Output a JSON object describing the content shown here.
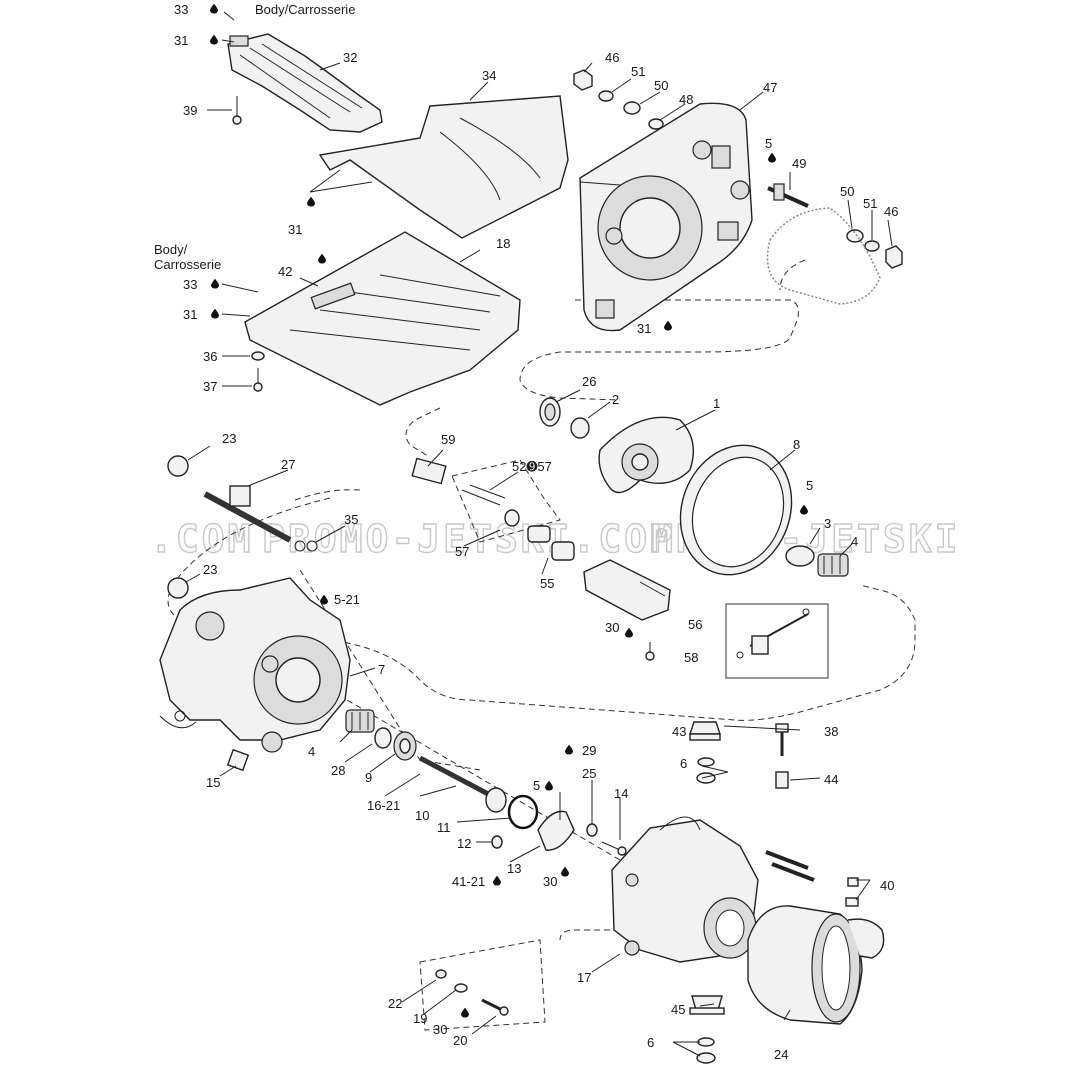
{
  "watermark": {
    "left": ".COM",
    "middle": "PROMO-JETSKI.COM",
    "right": "PROMO-JETSKI"
  },
  "body_labels": {
    "top": "Body/Carrosserie",
    "mid_line1": "Body/",
    "mid_line2": "Carrosserie"
  },
  "callouts": {
    "c33a": "33",
    "c31a": "31",
    "c32": "32",
    "c39": "39",
    "c34": "34",
    "c46a": "46",
    "c51a": "51",
    "c50a": "50",
    "c48": "48",
    "c47": "47",
    "c5a": "5",
    "c49": "49",
    "c50b": "50",
    "c51b": "51",
    "c46b": "46",
    "c31b": "31",
    "c31c": "31",
    "c18": "18",
    "c42": "42",
    "c33b": "33",
    "c31d": "31",
    "c36": "36",
    "c37": "37",
    "c26": "26",
    "c2": "2",
    "c1": "1",
    "c8": "8",
    "c23a": "23",
    "c27": "27",
    "c59": "59",
    "c52_57": "52➒57",
    "c35": "35",
    "c57": "57",
    "c55": "55",
    "c5b": "5",
    "c3": "3",
    "c4a": "4",
    "c23b": "23",
    "c5_21": "5-21",
    "c30a": "30",
    "c56": "56",
    "c58": "58",
    "c7": "7",
    "c43": "43",
    "c38": "38",
    "c6a": "6",
    "c44": "44",
    "c4b": "4",
    "c28": "28",
    "c9": "9",
    "c15": "15",
    "c16_21": "16-21",
    "c10": "10",
    "c29": "29",
    "c5c": "5",
    "c25": "25",
    "c14": "14",
    "c11": "11",
    "c12": "12",
    "c13": "13",
    "c41_21": "41-21",
    "c30b": "30",
    "c40": "40",
    "c17": "17",
    "c22": "22",
    "c19": "19",
    "c30c": "30",
    "c20": "20",
    "c45": "45",
    "c6b": "6",
    "c24": "24"
  }
}
